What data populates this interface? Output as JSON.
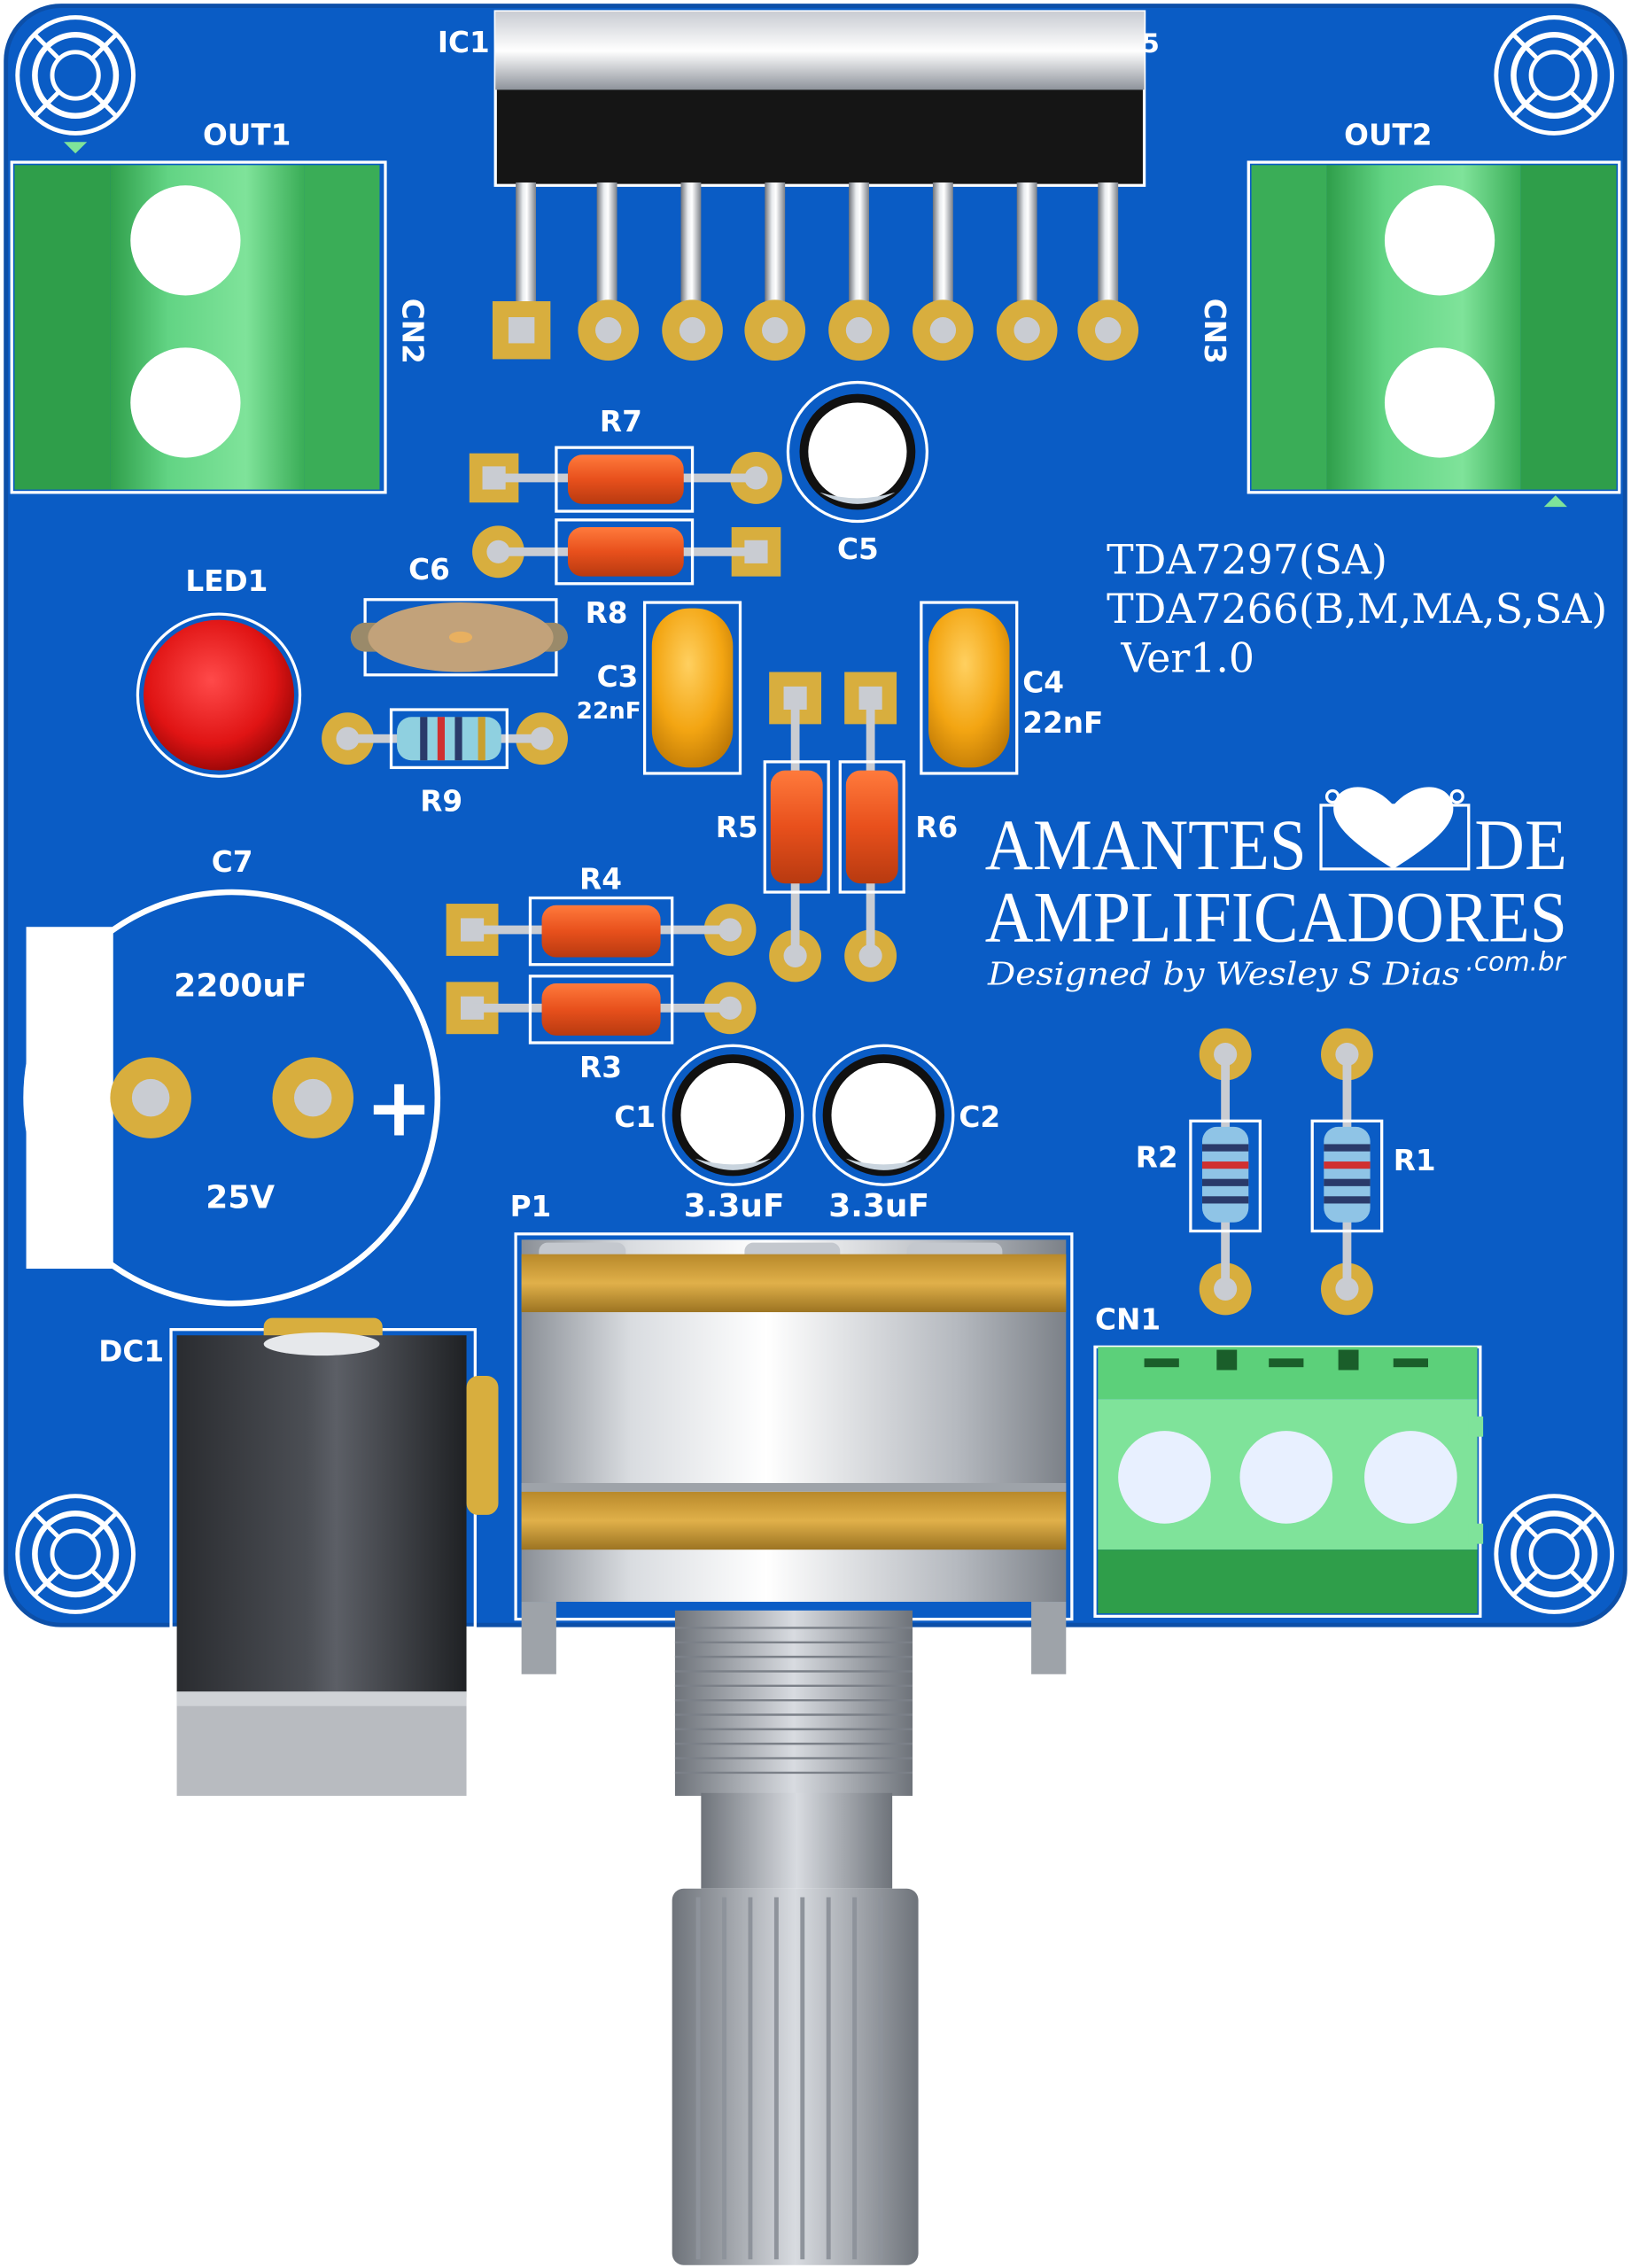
{
  "colors": {
    "pcb": "#0a5cc5",
    "pcb_edge": "#0c4fa8",
    "silkscreen": "#ffffff",
    "pad": "#d8ae3e",
    "terminal_green": "#5cd07a",
    "terminal_green_dark": "#2f9e4a",
    "resistor_orange": "#e8501c",
    "cap_ceramic": "#f3a512",
    "led_red": "#e01818"
  },
  "ic": {
    "designator": "IC1",
    "partial_pin_label": "5"
  },
  "out_left": {
    "label": "OUT1",
    "designator": "CN2"
  },
  "out_right": {
    "label": "OUT2",
    "designator": "CN3"
  },
  "resistors": {
    "r1": "R1",
    "r2": "R2",
    "r3": "R3",
    "r4": "R4",
    "r5": "R5",
    "r6": "R6",
    "r7": "R7",
    "r8": "R8",
    "r9": "R9"
  },
  "capacitors": {
    "c1": {
      "designator": "C1",
      "value": "3.3uF"
    },
    "c2": {
      "designator": "C2",
      "value": "3.3uF"
    },
    "c3": {
      "designator": "C3",
      "value": "22nF"
    },
    "c4": {
      "designator": "C4",
      "value": "22nF"
    },
    "c5": {
      "designator": "C5"
    },
    "c6": {
      "designator": "C6"
    },
    "c7": {
      "designator": "C7",
      "value": "2200uF",
      "voltage": "25V",
      "polarity": "+"
    }
  },
  "led": {
    "designator": "LED1"
  },
  "power_jack": {
    "designator": "DC1"
  },
  "potentiometer": {
    "designator": "P1"
  },
  "input_connector": {
    "designator": "CN1"
  },
  "board_info": {
    "line1": "TDA7297(SA)",
    "line2": "TDA7266(B,M,MA,S,SA)",
    "version": "Ver1.0"
  },
  "brand": {
    "word1": "AMANTES",
    "word2": "DE",
    "word3": "AMPLIFICADORES",
    "signature": "Designed by Wesley S Dias",
    "domain": ".com.br"
  },
  "icons": [
    "mounting-hole-icon",
    "heart-logo-icon"
  ]
}
